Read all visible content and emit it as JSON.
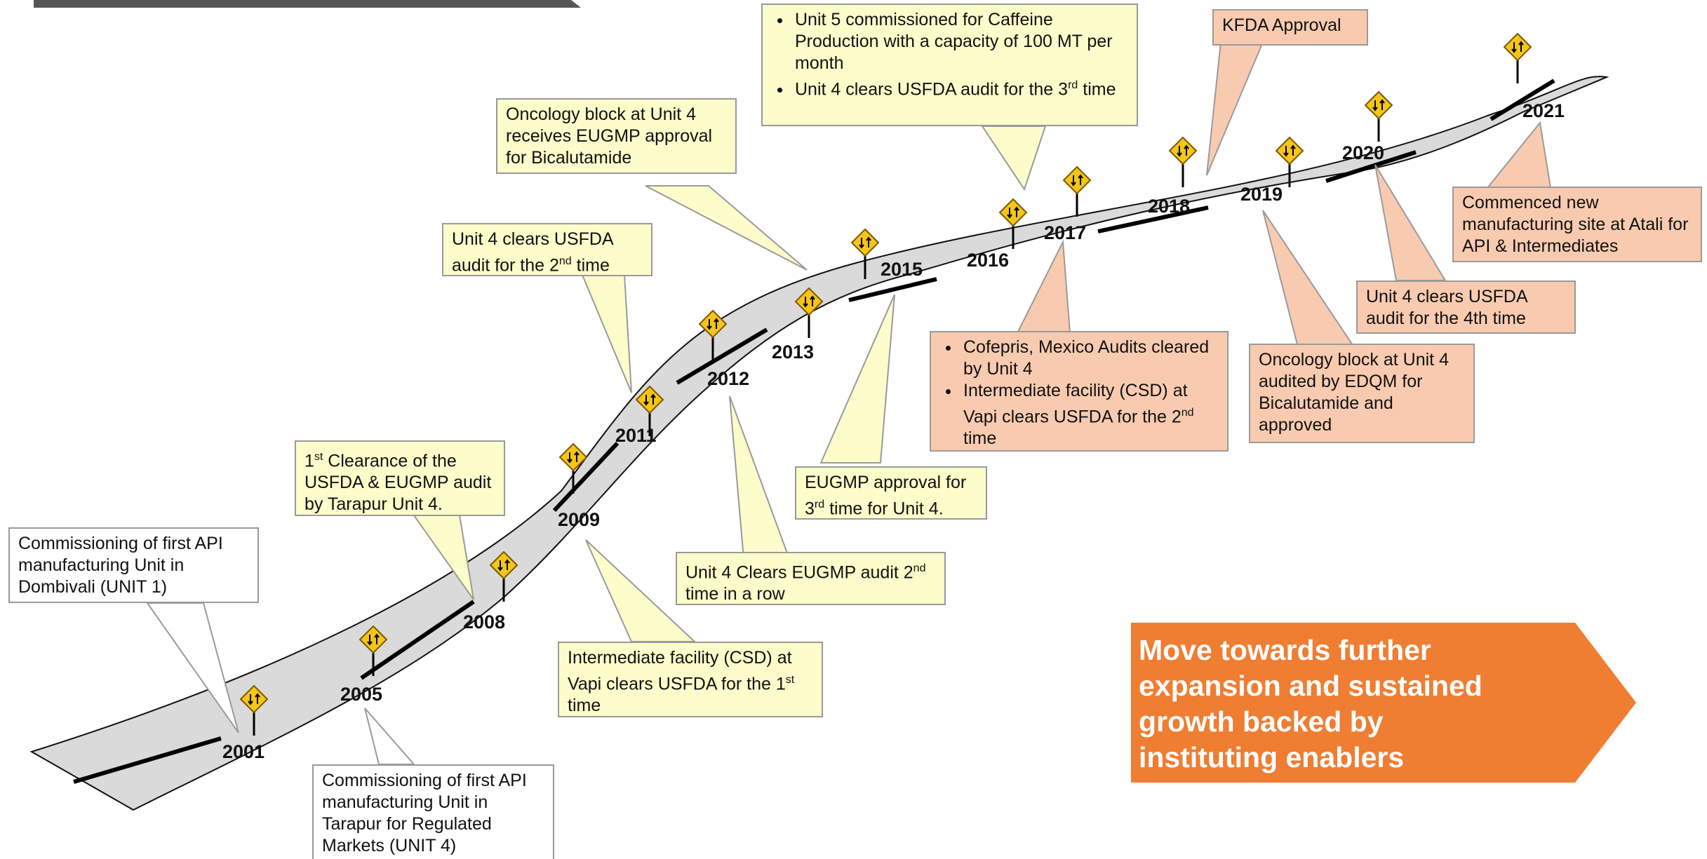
{
  "colors": {
    "road": "#dadada",
    "road_edge": "#111111",
    "lane": "#000000",
    "sign": "#f5c518",
    "callout_yellow": "#fdfccb",
    "callout_peach": "#f8cbb0",
    "banner": "#ef7d32",
    "top_bar": "#555555"
  },
  "icons": {
    "milestone_sign": "two-way-traffic-sign-icon"
  },
  "years": [
    "2001",
    "2005",
    "2008",
    "2009",
    "2011",
    "2012",
    "2013",
    "2015",
    "2016",
    "2017",
    "2018",
    "2019",
    "2020",
    "2021"
  ],
  "callouts": {
    "y2001": "Commissioning of first API manufacturing Unit in Dombivali (UNIT 1)",
    "y2005": "Commissioning of first API manufacturing Unit in Tarapur for Regulated Markets (UNIT 4)",
    "y2008_pre": "1",
    "y2008_sup": "st",
    "y2008_post": " Clearance of the USFDA & EUGMP audit by Tarapur Unit 4.",
    "y2009_pre": "Intermediate facility (CSD) at Vapi clears USFDA for the 1",
    "y2009_sup": "st",
    "y2009_post": " time",
    "y2011_pre": "Unit 4 clears USFDA audit for the 2",
    "y2011_sup": "nd",
    "y2011_post": " time",
    "y2012_pre": "Unit 4 Clears EUGMP audit 2",
    "y2012_sup": "nd",
    "y2012_post": " time in a row",
    "y2013": "Oncology block  at Unit 4 receives EUGMP approval for Bicalutamide",
    "y2015_pre": "EUGMP approval for 3",
    "y2015_sup": "rd",
    "y2015_post": " time for Unit 4.",
    "y2016_item1": "Unit 5 commissioned for Caffeine Production with a capacity of 100 MT per month",
    "y2016_item2_pre": "Unit 4 clears USFDA audit for the 3",
    "y2016_item2_sup": "rd",
    "y2016_item2_post": " time",
    "y2017_item1": "Cofepris, Mexico Audits cleared by Unit 4",
    "y2017_item2_pre": "Intermediate facility (CSD) at Vapi clears USFDA for the 2",
    "y2017_item2_sup": "nd",
    "y2017_item2_post": " time",
    "y2018": "KFDA Approval",
    "y2019": "Oncology block  at Unit 4 audited by EDQM for Bicalutamide and approved",
    "y2020": "Unit 4 clears USFDA audit for the 4th time",
    "y2021": "Commenced new manufacturing site at Atali for API & Intermediates"
  },
  "banner": {
    "text": "Move towards further expansion and sustained growth backed by instituting enablers"
  }
}
